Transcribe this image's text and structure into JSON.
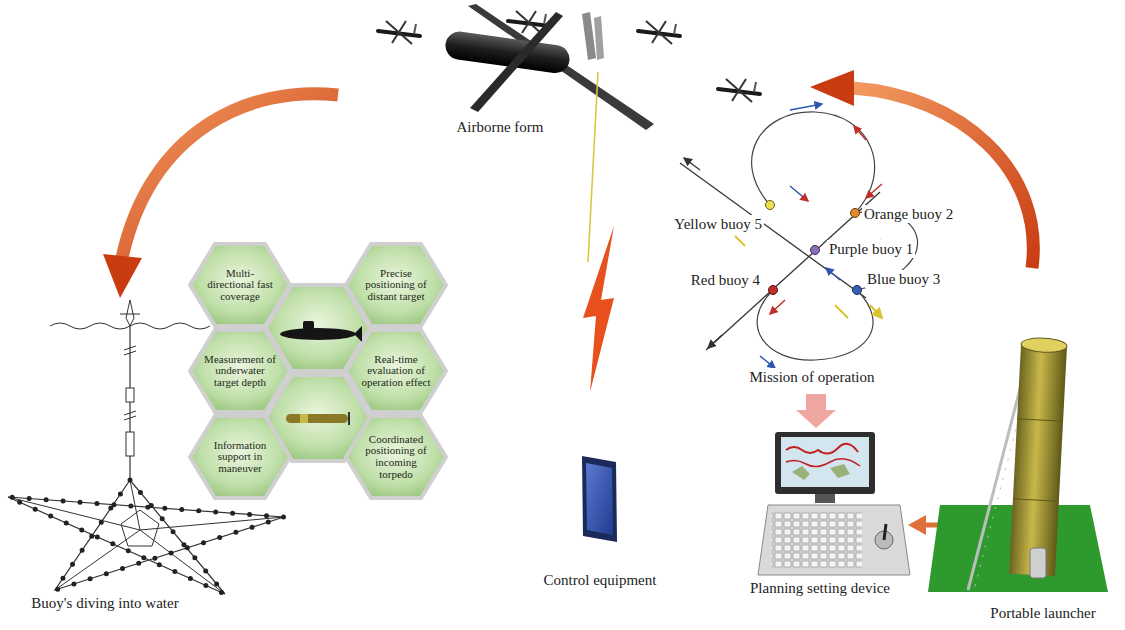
{
  "diagram": {
    "nodes": [
      {
        "text": [
          "Multi-directional fast coverage"
        ]
      },
      {
        "text": [
          "Precise positioning of distant target"
        ]
      },
      {
        "text": [
          "Measurement of underwater target depth"
        ]
      },
      {
        "text": [
          "Real-time evaluation of operation effect"
        ]
      },
      {
        "text": [
          "Coordinated positioning of incoming torpedo"
        ]
      },
      {
        "text": [
          "Information support in maneuver"
        ]
      }
    ],
    "labels": [
      "Airborne form",
      "Yellow buoy 5",
      "Orange buoy 2",
      "Purple buoy 1",
      "Red buoy 4",
      "Blue buoy 3",
      "Mission of operation",
      "Buoy's diving into water",
      "Control equipment",
      "Planning setting device",
      "Portable launcher"
    ]
  }
}
